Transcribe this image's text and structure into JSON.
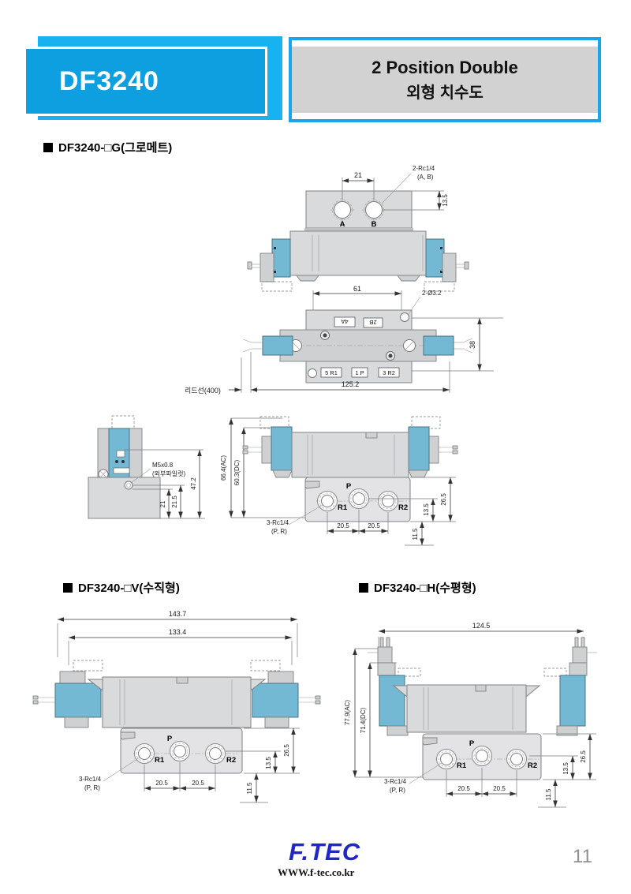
{
  "header": {
    "model": "DF3240",
    "title_line1": "2 Position Double",
    "title_line2": "외형 치수도"
  },
  "sections": {
    "g": "DF3240-□G(그로메트)",
    "v": "DF3240-□V(수직형)",
    "h": "DF3240-□H(수평형)"
  },
  "drawing_g": {
    "top": {
      "dim_span": "21",
      "callout_line1": "2-Rc1/4",
      "callout_line2": "(A, B)",
      "dim_depth": "13.5",
      "port_a": "A",
      "port_b": "B"
    },
    "plan": {
      "dim_span": "61",
      "callout_holes": "2-Ø3.2",
      "dim_width": "38",
      "label_4a": "4A",
      "label_2b": "2B",
      "label_5r1": "5 R1",
      "label_1p": "1 P",
      "label_3r2": "3 R2",
      "dim_length": "125.2",
      "lead_wire": "리드선(400)"
    },
    "side": {
      "callout_line1": "M5x0.8",
      "callout_line2": "(외부파일럿)",
      "dim_total": "47.2",
      "dim_mid": "21.5",
      "dim_low": "21"
    },
    "front": {
      "dim_ac": "66.4(AC)",
      "dim_dc": "60.3(DC)",
      "port_p": "P",
      "port_r1": "R1",
      "port_r2": "R2",
      "callout_line1": "3-Rc1/4",
      "callout_line2": "(P, R)",
      "dim_p1": "20.5",
      "dim_p2": "20.5",
      "dim_r1": "13.5",
      "dim_r2": "26.5",
      "dim_r3": "11.5"
    }
  },
  "drawing_v": {
    "dim_w1": "143.7",
    "dim_w2": "133.4",
    "port_p": "P",
    "port_r1": "R1",
    "port_r2": "R2",
    "callout_line1": "3-Rc1/4",
    "callout_line2": "(P, R)",
    "dim_p1": "20.5",
    "dim_p2": "20.5",
    "dim_r1": "13.5",
    "dim_r2": "26.5",
    "dim_r3": "11.5"
  },
  "drawing_h": {
    "dim_w1": "124.5",
    "dim_ac": "77.9(AC)",
    "dim_dc": "71.4(DC)",
    "port_p": "P",
    "port_r1": "R1",
    "port_r2": "R2",
    "callout_line1": "3-Rc1/4",
    "callout_line2": "(P, R)",
    "dim_p1": "20.5",
    "dim_p2": "20.5",
    "dim_r1": "13.5",
    "dim_r2": "26.5",
    "dim_r3": "11.5"
  },
  "footer": {
    "logo": "F.TEC",
    "url": "WWW.f-tec.co.kr",
    "page": "11"
  },
  "colors": {
    "accent_blue": "#0d9fe0",
    "light_blue": "#17b2ef",
    "solenoid_blue": "#74b9d3",
    "panel_gray": "#d2d2d2"
  }
}
